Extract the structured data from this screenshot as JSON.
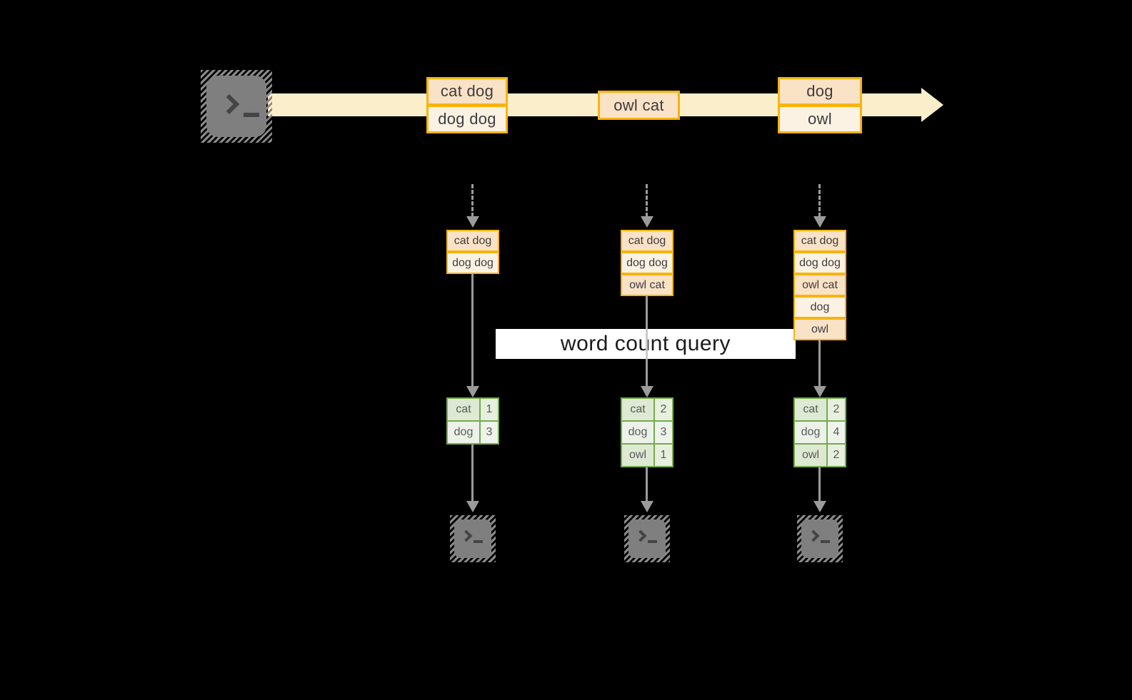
{
  "query_label": "word count query",
  "stream_batches": [
    {
      "rows": [
        "cat dog",
        "dog dog"
      ]
    },
    {
      "rows": [
        "owl cat"
      ]
    },
    {
      "rows": [
        "dog",
        "owl"
      ]
    }
  ],
  "pipelines": [
    {
      "input_rows": [
        "cat dog",
        "dog dog"
      ],
      "counts": [
        {
          "word": "cat",
          "count": "1"
        },
        {
          "word": "dog",
          "count": "3"
        }
      ]
    },
    {
      "input_rows": [
        "cat dog",
        "dog dog",
        "owl cat"
      ],
      "counts": [
        {
          "word": "cat",
          "count": "2"
        },
        {
          "word": "dog",
          "count": "3"
        },
        {
          "word": "owl",
          "count": "1"
        }
      ]
    },
    {
      "input_rows": [
        "cat dog",
        "dog dog",
        "owl cat",
        "dog",
        "owl"
      ],
      "counts": [
        {
          "word": "cat",
          "count": "2"
        },
        {
          "word": "dog",
          "count": "4"
        },
        {
          "word": "owl",
          "count": "2"
        }
      ]
    }
  ],
  "icons": {
    "source": "terminal-icon",
    "sinks": [
      "terminal-icon",
      "terminal-icon",
      "terminal-icon"
    ]
  },
  "colors": {
    "background": "#000000",
    "stream_band": "#FAEECB",
    "box_border": "#F6B40E",
    "box_fill_dark": "#FAE2C7",
    "box_fill_light": "#FCF2E3",
    "table_border": "#74AA50",
    "table_fill_dark": "#DEE9D3",
    "table_fill_light": "#ECF2E7",
    "arrow": "#9B9B9B",
    "terminal": "#7F7F7F",
    "query_bar_bg": "#FFFFFF",
    "query_text": "#1A1A1A"
  }
}
